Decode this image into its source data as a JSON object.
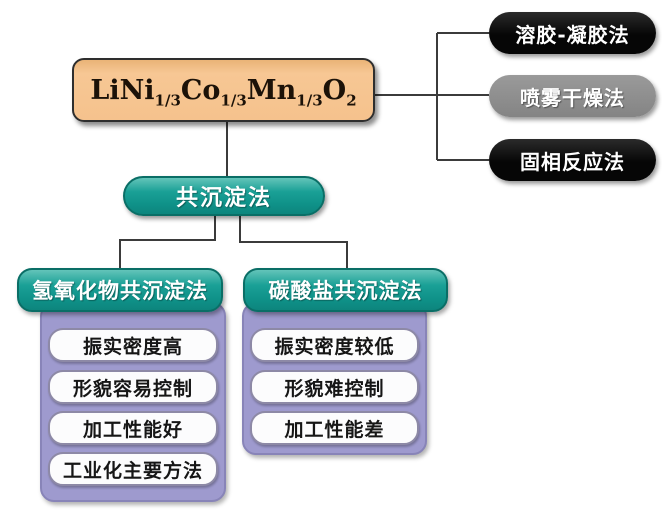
{
  "formula": {
    "segments": [
      "LiNi",
      "1/3",
      "Co",
      "1/3",
      "Mn",
      "1/3",
      "O",
      "2"
    ]
  },
  "alternative_methods": [
    {
      "label": "溶胶-凝胶法",
      "style": "black"
    },
    {
      "label": "喷雾干燥法",
      "style": "gray"
    },
    {
      "label": "固相反应法",
      "style": "black"
    }
  ],
  "coprecipitation": {
    "label": "共沉淀法"
  },
  "branches": [
    {
      "title": "氢氧化物共沉淀法",
      "items": [
        "振实密度高",
        "形貌容易控制",
        "加工性能好",
        "工业化主要方法"
      ]
    },
    {
      "title": "碳酸盐共沉淀法",
      "items": [
        "振实密度较低",
        "形貌难控制",
        "加工性能差"
      ]
    }
  ],
  "colors": {
    "formula_box": "#f5c28f",
    "teal": "#14988e",
    "teal_border": "#0a6e66",
    "panel_purple": "#9e9ace",
    "pill_black": "#0b0b0b",
    "pill_gray": "#8b8b8b",
    "item_border": "#8d89a6",
    "connector": "#3b3b3b"
  }
}
